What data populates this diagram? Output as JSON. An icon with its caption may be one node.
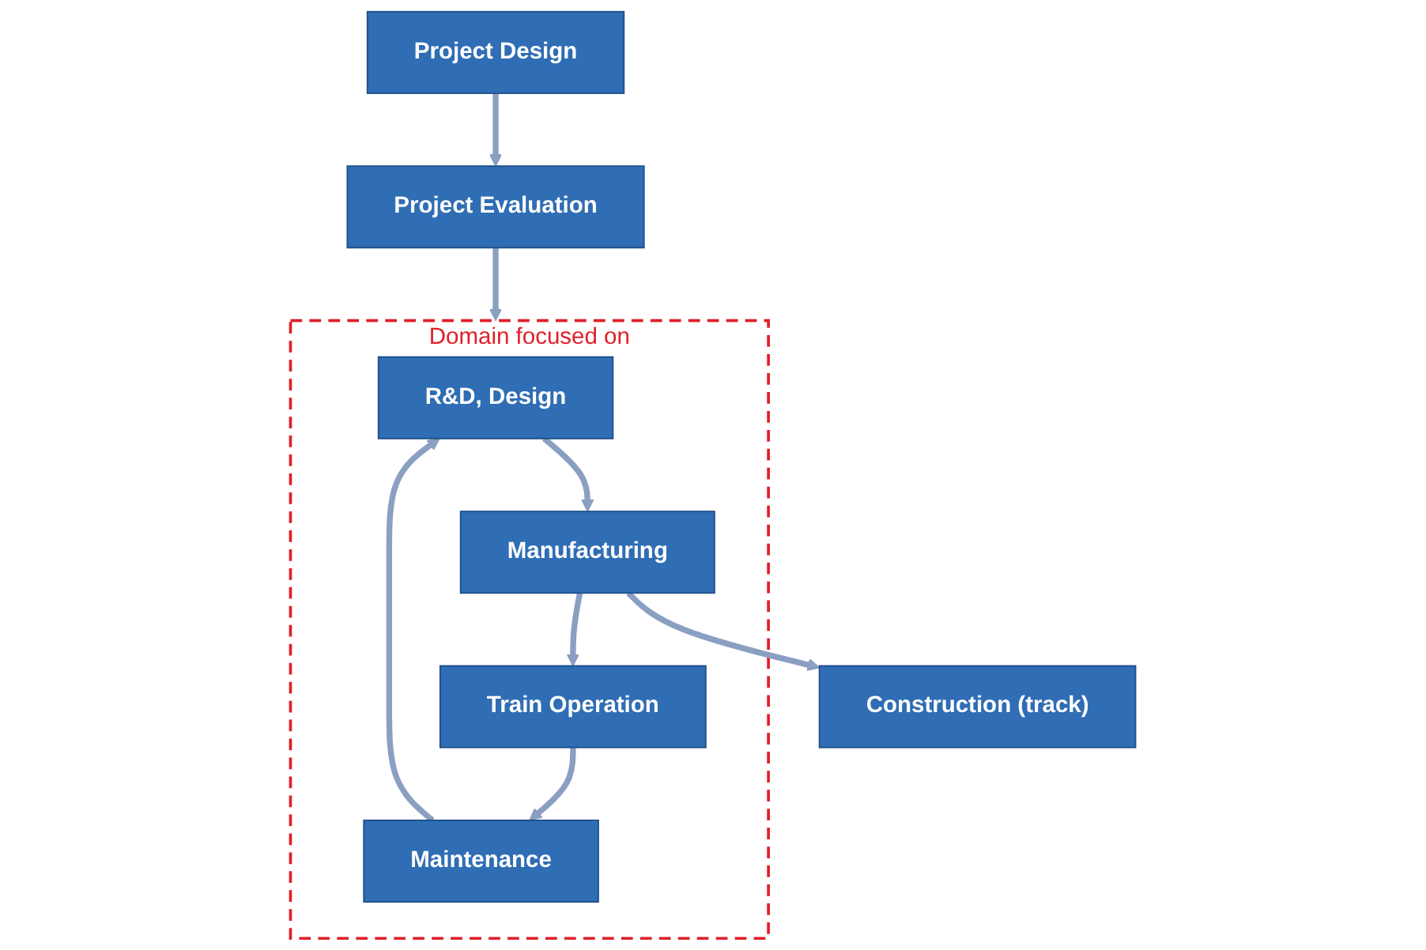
{
  "diagram": {
    "nodes": [
      {
        "text": [
          "Project Design"
        ]
      },
      {
        "text": [
          "Project Evaluation"
        ]
      },
      {
        "text": [
          "Domain focused on"
        ]
      },
      {
        "text": [
          "R&D, Design"
        ],
        "in": 2
      },
      {
        "text": [
          "Manufacturing"
        ],
        "in": 2
      },
      {
        "text": [
          "Train Operation"
        ],
        "in": 2
      },
      {
        "text": [
          "Maintenance"
        ],
        "in": 2
      },
      {
        "text": [
          "Construction (track)"
        ]
      }
    ],
    "edges": [
      {
        "from": 0,
        "to": 1,
        "arrow": "to"
      },
      {
        "from": 1,
        "to": 2,
        "arrow": "to"
      },
      {
        "from": 3,
        "to": 4,
        "arrow": "to"
      },
      {
        "from": 4,
        "to": 5,
        "arrow": "to"
      },
      {
        "from": 5,
        "to": 6,
        "arrow": "to"
      },
      {
        "from": 6,
        "to": 3,
        "arrow": "to"
      },
      {
        "from": 4,
        "to": 7,
        "arrow": "to"
      }
    ]
  }
}
